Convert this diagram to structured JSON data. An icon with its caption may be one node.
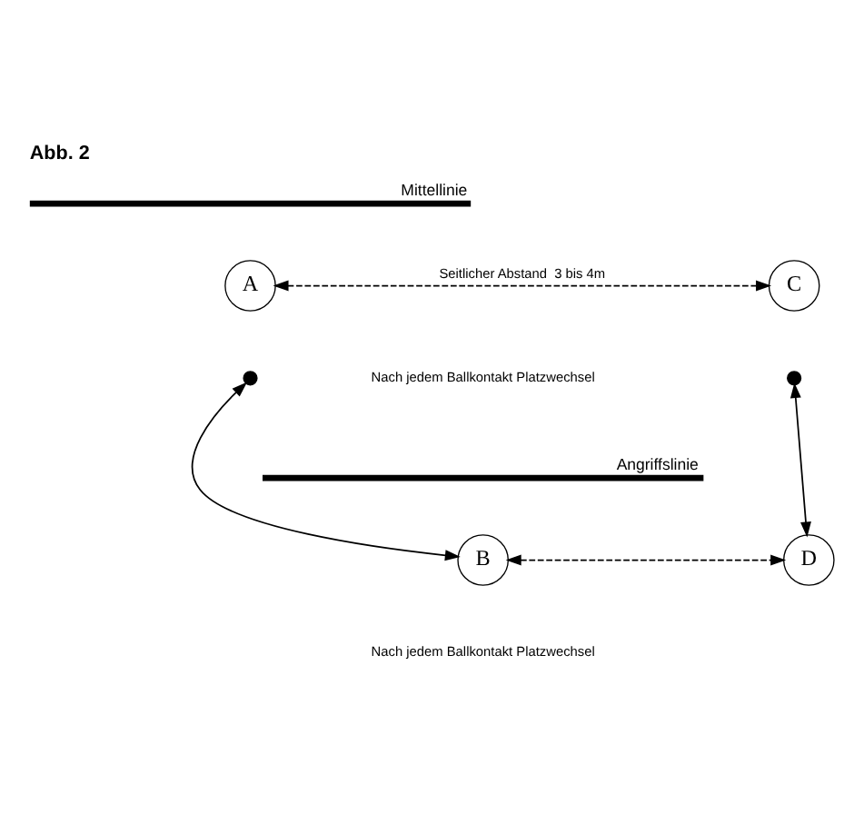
{
  "diagram": {
    "title": "Abb. 2",
    "nodes": [
      {
        "text": [
          "A"
        ]
      },
      {
        "text": [
          "C"
        ]
      },
      {
        "text": [],
        "shape": "circle"
      },
      {
        "text": [],
        "shape": "circle"
      },
      {
        "text": [
          "B"
        ]
      },
      {
        "text": [
          "D"
        ]
      }
    ],
    "edges": [
      {
        "from": 0,
        "to": 1,
        "arrow": "both",
        "style": "dashed",
        "label": "Seitlicher Abstand  3 bis 4m"
      },
      {
        "from": 2,
        "to": 4,
        "arrow": "both"
      },
      {
        "from": 3,
        "to": 5,
        "arrow": "both"
      },
      {
        "from": 4,
        "to": 5,
        "arrow": "both",
        "style": "dashed"
      }
    ],
    "labels": [
      "Mittellinie",
      "Nach jedem Ballkontakt Platzwechsel",
      "Angriffslinie",
      "Nach jedem Ballkontakt Platzwechsel"
    ]
  }
}
